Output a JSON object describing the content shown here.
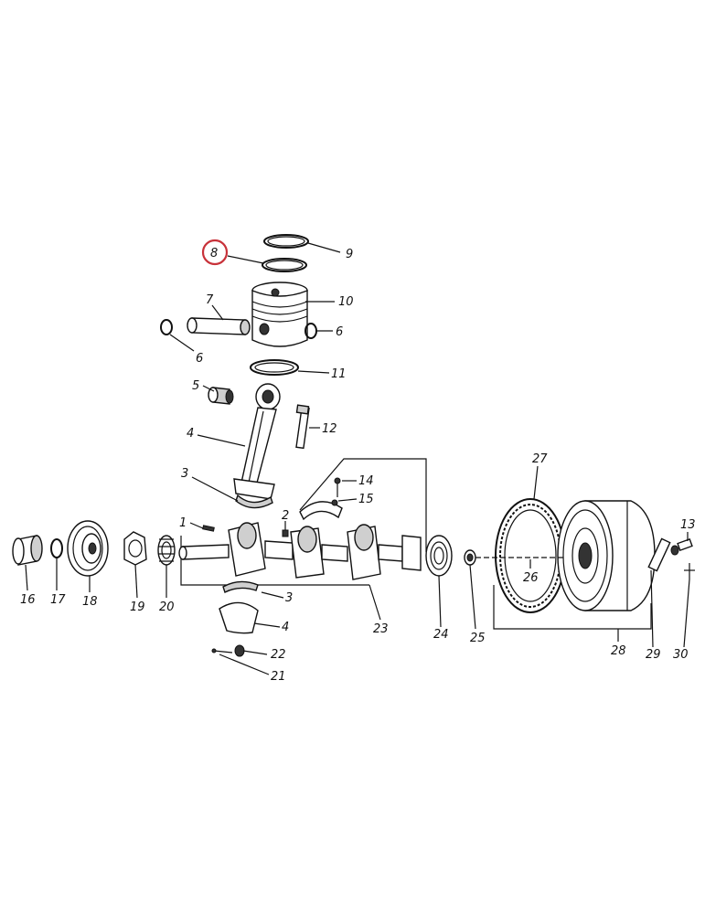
{
  "labels": {
    "l1": "1",
    "l2": "2",
    "l3a": "3",
    "l3b": "3",
    "l4a": "4",
    "l4b": "4",
    "l5": "5",
    "l6a": "6",
    "l6b": "6",
    "l7": "7",
    "l8": "8",
    "l9": "9",
    "l10": "10",
    "l11": "11",
    "l12": "12",
    "l13": "13",
    "l14": "14",
    "l15": "15",
    "l16": "16",
    "l17": "17",
    "l18": "18",
    "l19": "19",
    "l20": "20",
    "l21": "21",
    "l22": "22",
    "l23": "23",
    "l24": "24",
    "l25": "25",
    "l26": "26",
    "l27": "27",
    "l28": "28",
    "l29": "29",
    "l30": "30"
  },
  "highlight": {
    "part": "8",
    "color": "#c8323a"
  }
}
